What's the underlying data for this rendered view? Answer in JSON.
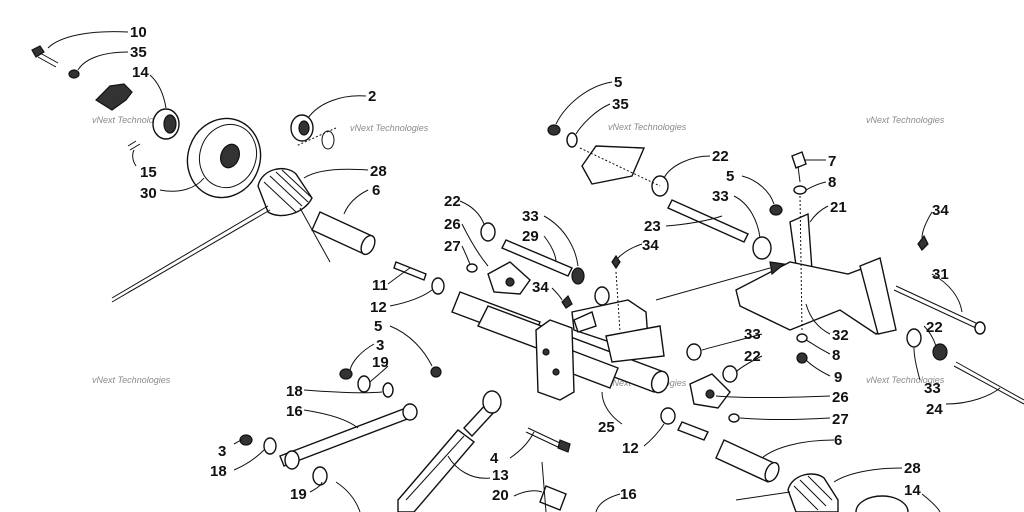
{
  "watermark": "vNext Technologies",
  "callouts": [
    {
      "id": "c10",
      "text": "10"
    },
    {
      "id": "c35a",
      "text": "35"
    },
    {
      "id": "c14a",
      "text": "14"
    },
    {
      "id": "c15",
      "text": "15"
    },
    {
      "id": "c30",
      "text": "30"
    },
    {
      "id": "c2",
      "text": "2"
    },
    {
      "id": "c28a",
      "text": "28"
    },
    {
      "id": "c6a",
      "text": "6"
    },
    {
      "id": "c11",
      "text": "11"
    },
    {
      "id": "c12a",
      "text": "12"
    },
    {
      "id": "c5a",
      "text": "5"
    },
    {
      "id": "c35b",
      "text": "35"
    },
    {
      "id": "c22a",
      "text": "22"
    },
    {
      "id": "c5b",
      "text": "5"
    },
    {
      "id": "c33a",
      "text": "33"
    },
    {
      "id": "c23",
      "text": "23"
    },
    {
      "id": "c7",
      "text": "7"
    },
    {
      "id": "c8a",
      "text": "8"
    },
    {
      "id": "c21",
      "text": "21"
    },
    {
      "id": "c34a",
      "text": "34"
    },
    {
      "id": "c22b",
      "text": "22"
    },
    {
      "id": "c26a",
      "text": "26"
    },
    {
      "id": "c27a",
      "text": "27"
    },
    {
      "id": "c33b",
      "text": "33"
    },
    {
      "id": "c29",
      "text": "29"
    },
    {
      "id": "c34b",
      "text": "34"
    },
    {
      "id": "c34c",
      "text": "34"
    },
    {
      "id": "c31",
      "text": "31"
    },
    {
      "id": "c22c",
      "text": "22"
    },
    {
      "id": "c33c",
      "text": "33"
    },
    {
      "id": "c24",
      "text": "24"
    },
    {
      "id": "c5c",
      "text": "5"
    },
    {
      "id": "c3a",
      "text": "3"
    },
    {
      "id": "c19a",
      "text": "19"
    },
    {
      "id": "c18a",
      "text": "18"
    },
    {
      "id": "c16a",
      "text": "16"
    },
    {
      "id": "c33d",
      "text": "33"
    },
    {
      "id": "c22d",
      "text": "22"
    },
    {
      "id": "c32",
      "text": "32"
    },
    {
      "id": "c8b",
      "text": "8"
    },
    {
      "id": "c9",
      "text": "9"
    },
    {
      "id": "c26b",
      "text": "26"
    },
    {
      "id": "c27b",
      "text": "27"
    },
    {
      "id": "c25",
      "text": "25"
    },
    {
      "id": "c12b",
      "text": "12"
    },
    {
      "id": "c6b",
      "text": "6"
    },
    {
      "id": "c4",
      "text": "4"
    },
    {
      "id": "c13",
      "text": "13"
    },
    {
      "id": "c20",
      "text": "20"
    },
    {
      "id": "c3b",
      "text": "3"
    },
    {
      "id": "c18b",
      "text": "18"
    },
    {
      "id": "c19b",
      "text": "19"
    },
    {
      "id": "c16b",
      "text": "16"
    },
    {
      "id": "c28b",
      "text": "28"
    },
    {
      "id": "c14b",
      "text": "14"
    }
  ]
}
